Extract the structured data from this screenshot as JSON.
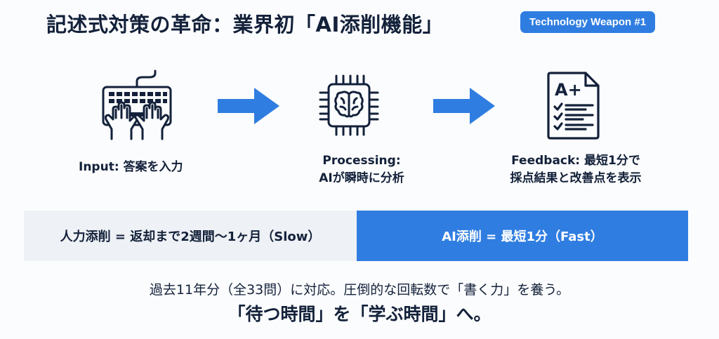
{
  "header": {
    "title": "記述式対策の革命：業界初「AI添削機能」",
    "badge": "Technology Weapon #1"
  },
  "colors": {
    "accent": "#2f7de1",
    "text": "#13213a",
    "slow_bg": "#eef1f5",
    "background": "#fbfcfd"
  },
  "flow": {
    "steps": [
      {
        "icon": "keyboard-typing-icon",
        "line1": "Input: 答案を入力",
        "line2": ""
      },
      {
        "icon": "ai-brain-chip-icon",
        "line1": "Processing:",
        "line2": "AIが瞬時に分析"
      },
      {
        "icon": "graded-document-icon",
        "line1": "Feedback: 最短1分で",
        "line2": "採点結果と改善点を表示",
        "grade": "A+"
      }
    ],
    "arrows": [
      "arrow-right-icon",
      "arrow-right-icon"
    ]
  },
  "comparison": {
    "slow": "人力添削 = 返却まで2週間〜1ヶ月（Slow）",
    "fast": "AI添削 = 最短1分（Fast）"
  },
  "footer": {
    "summary": "過去11年分（全33問）に対応。圧倒的な回転数で「書く力」を養う。",
    "tagline": "「待つ時間」を「学ぶ時間」へ。"
  }
}
